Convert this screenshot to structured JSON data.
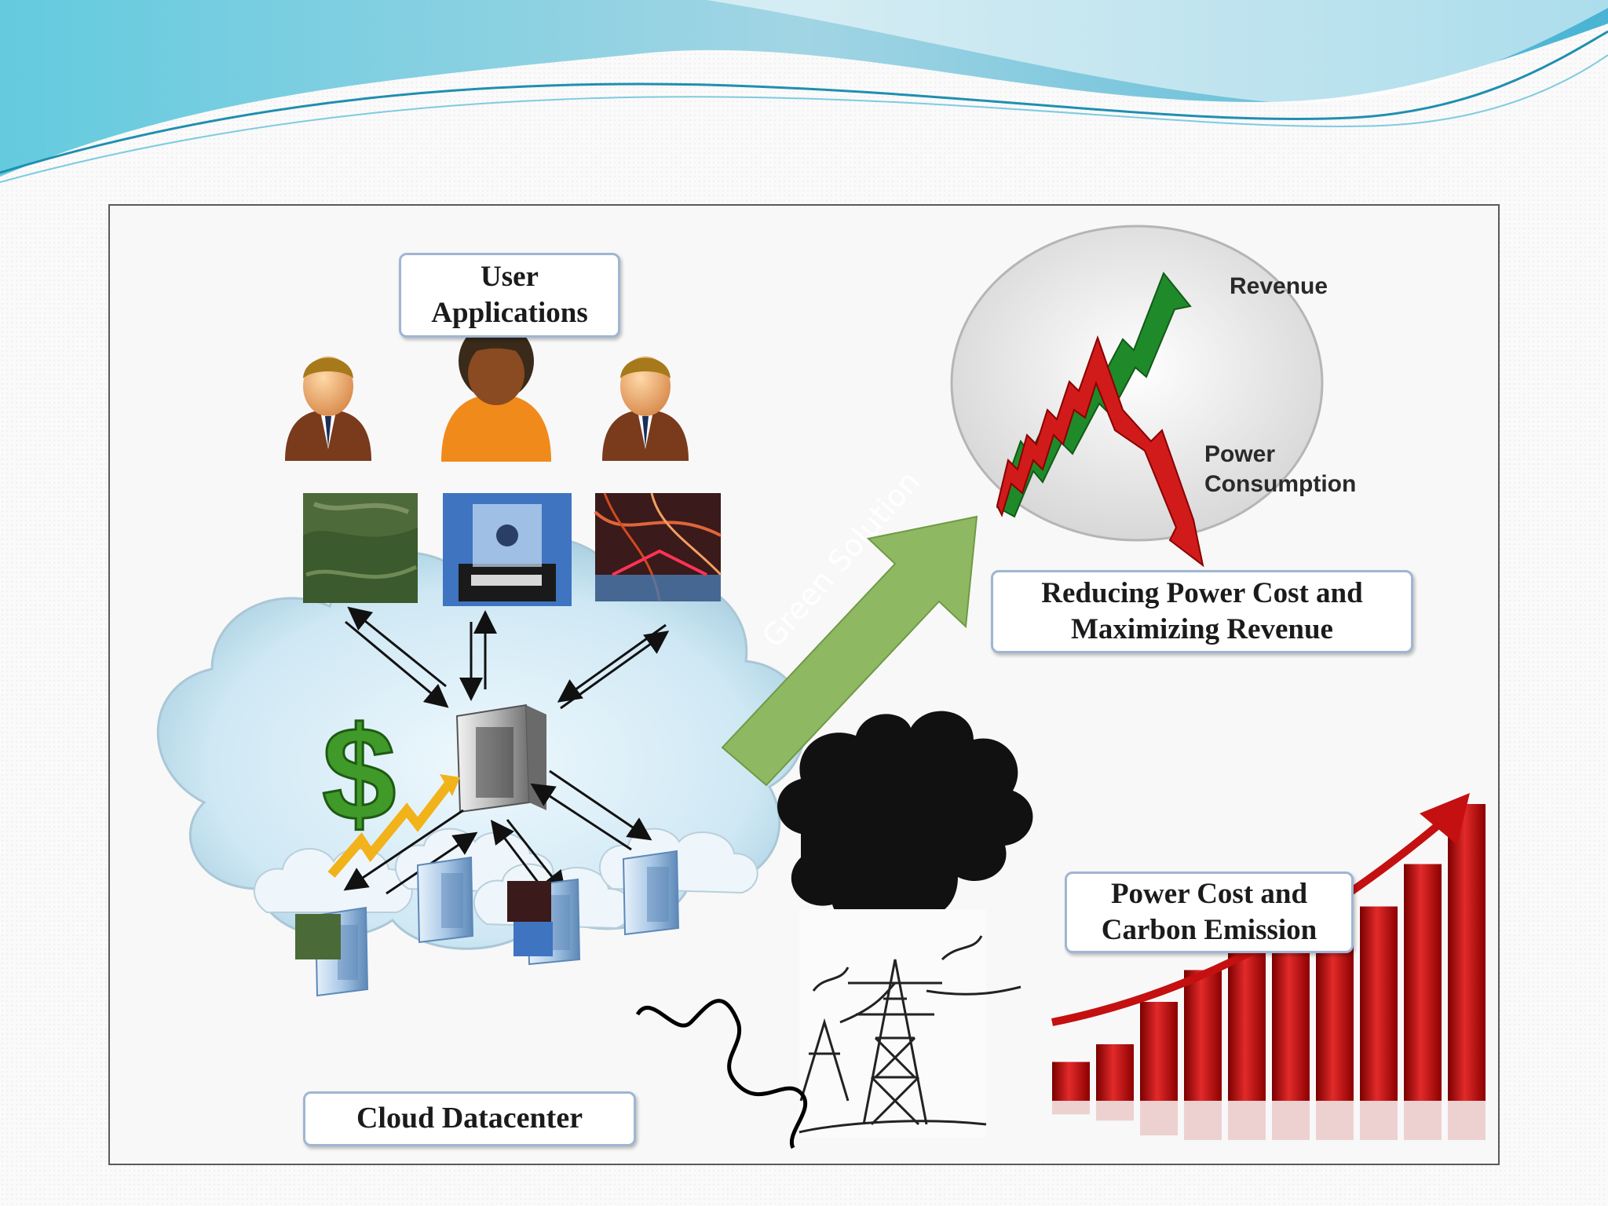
{
  "labels": {
    "user_applications": [
      "User",
      "Applications"
    ],
    "reducing": [
      "Reducing Power Cost and",
      "Maximizing  Revenue"
    ],
    "power_cost": [
      "Power Cost and",
      "Carbon Emission"
    ],
    "cloud_datacenter": "Cloud Datacenter",
    "green_solution": "Green Solution",
    "revenue": "Revenue",
    "power_consumption": [
      "Power",
      "Consumption"
    ]
  },
  "emission_bars": [
    0.11,
    0.16,
    0.28,
    0.37,
    0.45,
    0.49,
    0.47,
    0.55,
    0.67,
    0.84
  ],
  "colors": {
    "header_teal": "#3fb0d2",
    "header_light": "#9fdcec",
    "label_border": "#9fb6d3",
    "green_arrow": "#8fb862",
    "revenue_green": "#1f8a2a",
    "power_red": "#d11b1b",
    "bar_red": "#c41010",
    "cloud_blue": "#d6ecf7"
  },
  "icons": [
    "user-icon",
    "server-icon",
    "dollar-icon",
    "smoke-cloud-icon",
    "power-tower-icon",
    "application-image-icon"
  ]
}
